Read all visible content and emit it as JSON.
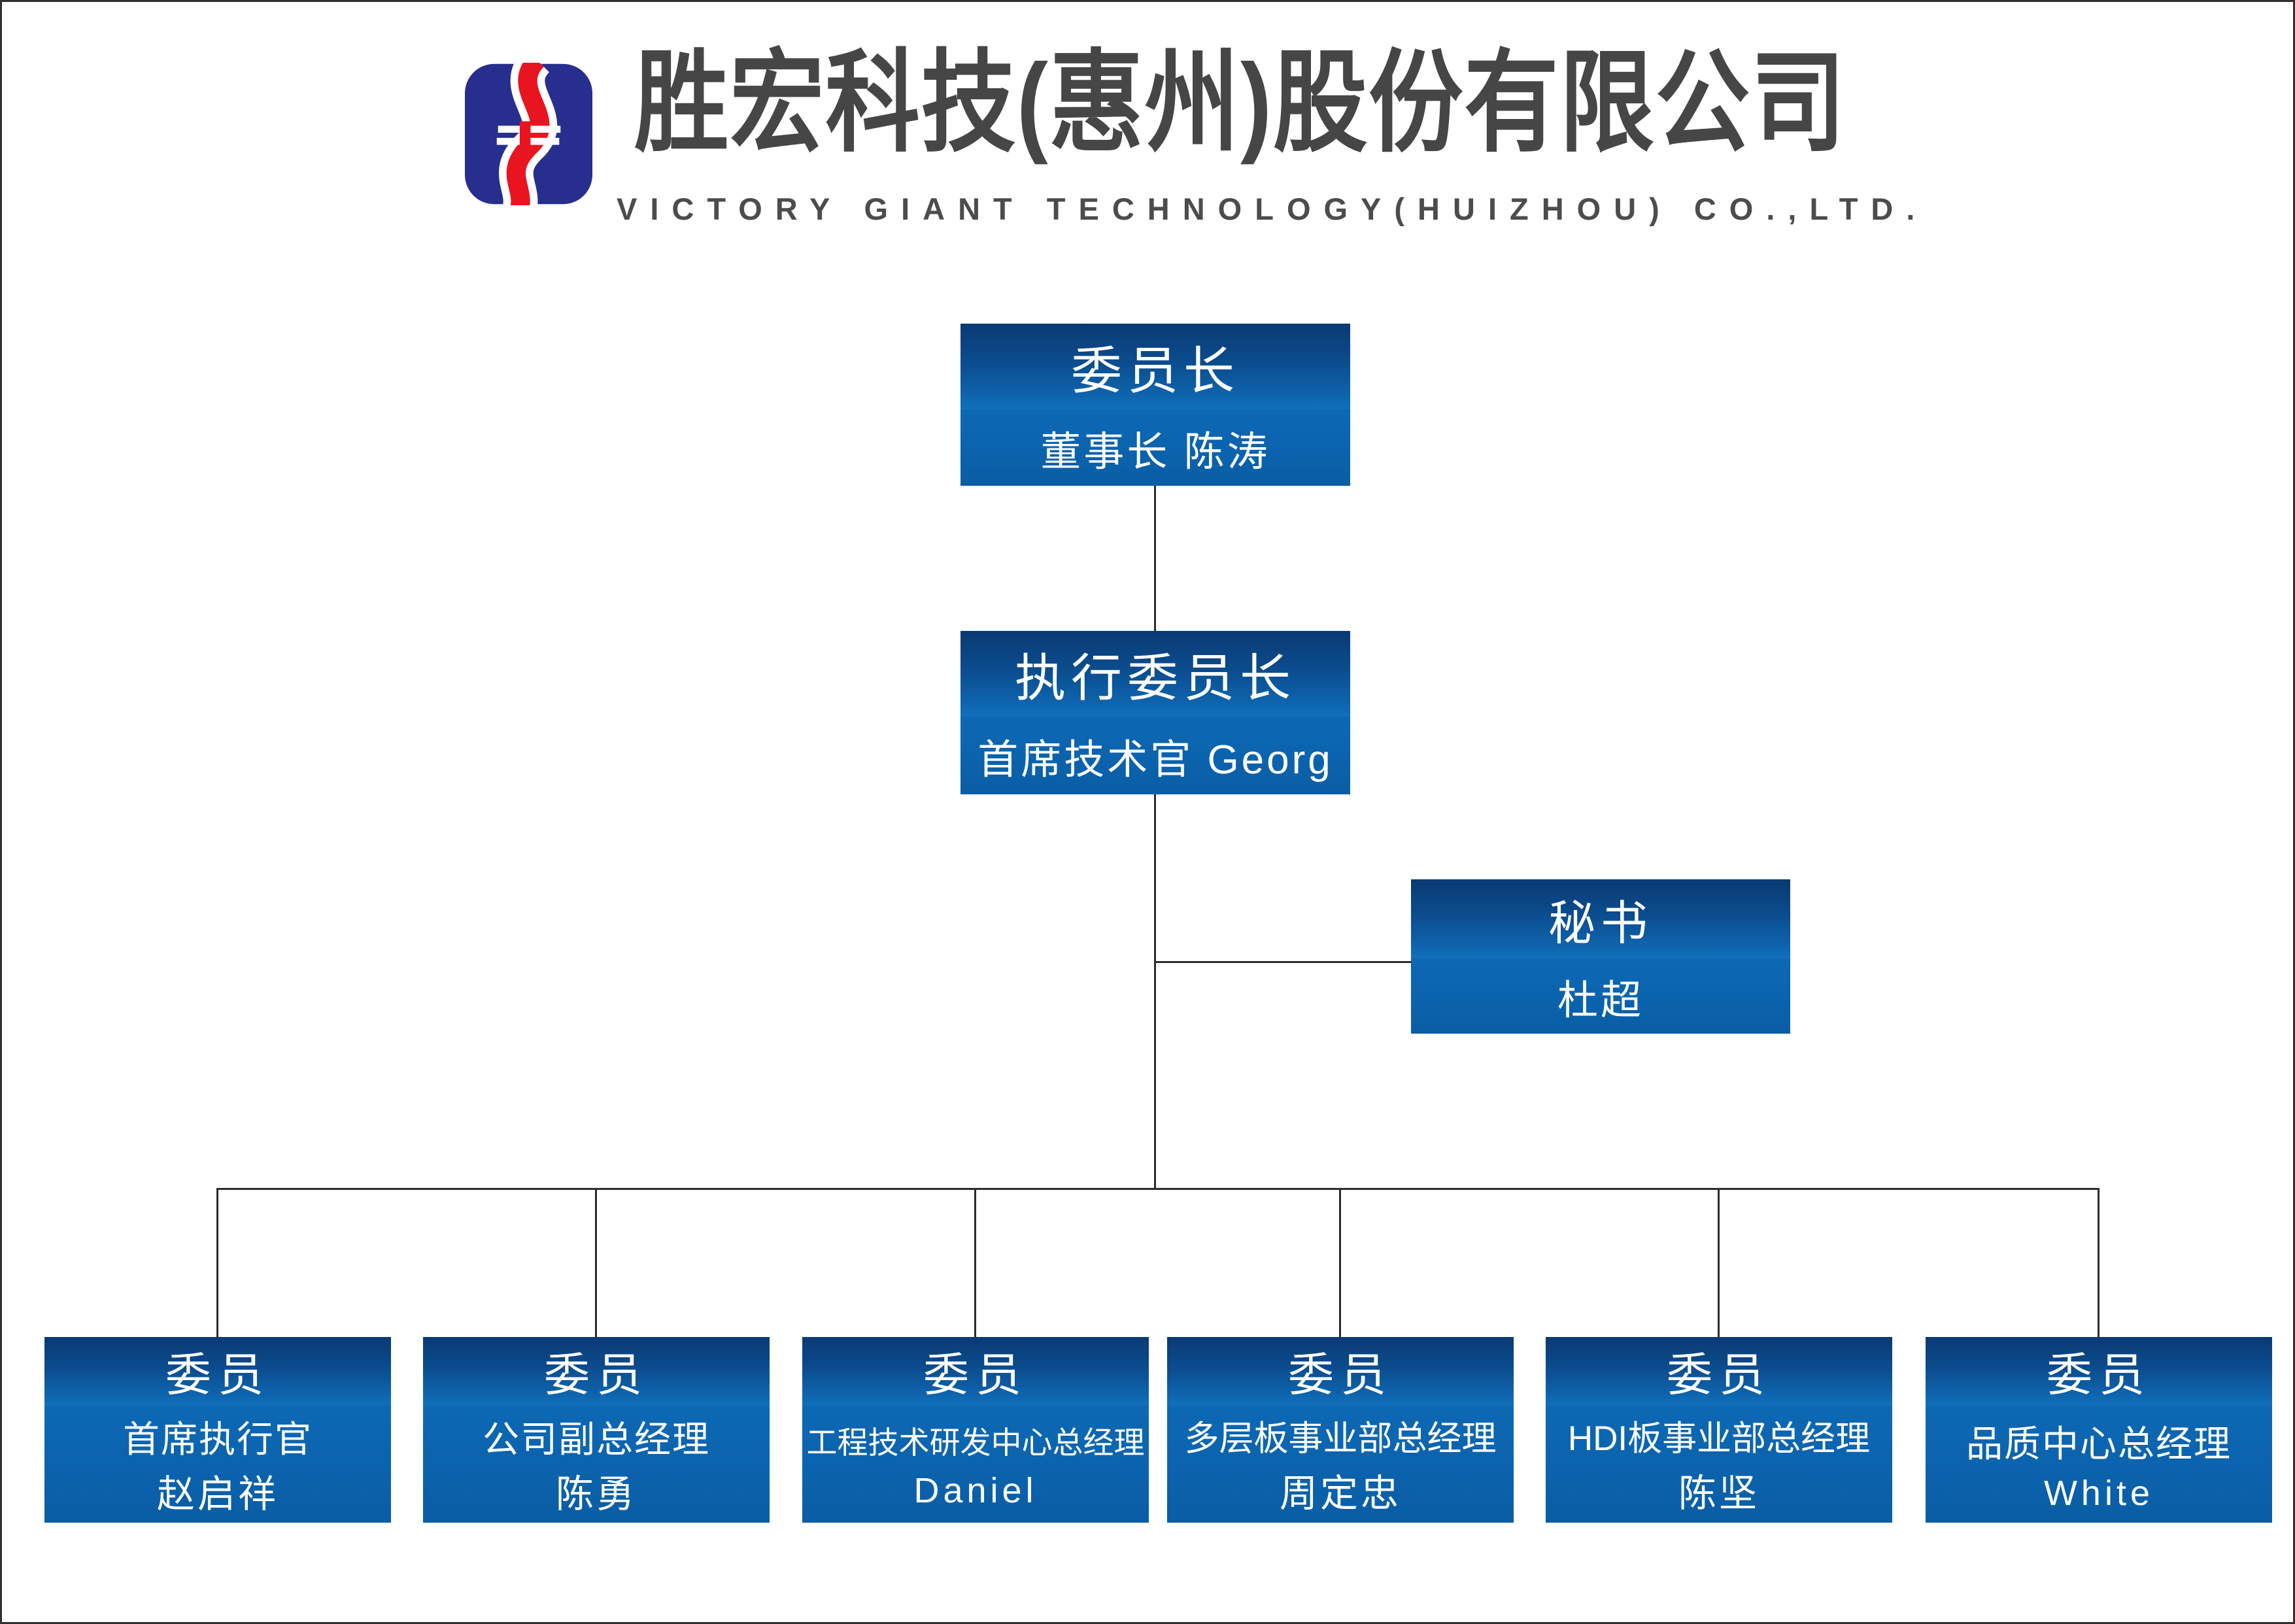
{
  "page": {
    "background": "#ffffff",
    "frame_color": "#332f2f"
  },
  "header": {
    "logo": {
      "icon": "victory-giant-s-swoosh-logo",
      "blue": "#272e8e",
      "red": "#e8141f",
      "white": "#ffffff"
    },
    "company_name_zh": "胜宏科技(惠州)股份有限公司",
    "company_name_en": "VICTORY GIANT TECHNOLOGY(HUIZHOU) CO.,LTD."
  },
  "org_chart": {
    "line_color": "#2f2b2b",
    "box_gradient_top": "#0a3a73",
    "box_gradient_bottom": "#0a5da4",
    "text_color": "#ffffff",
    "chairman": {
      "title": "委员长",
      "name": "董事长 陈涛"
    },
    "exec_chairman": {
      "title": "执行委员长",
      "name": "首席技术官 Georg"
    },
    "secretary": {
      "title": "秘书",
      "name": "杜超"
    },
    "members": [
      {
        "title": "委员",
        "role": "首席执行官",
        "name": "赵启祥"
      },
      {
        "title": "委员",
        "role": "公司副总经理",
        "name": "陈勇"
      },
      {
        "title": "委员",
        "role": "工程技术研发中心总经理",
        "name": "Daniel"
      },
      {
        "title": "委员",
        "role": "多层板事业部总经理",
        "name": "周定忠"
      },
      {
        "title": "委员",
        "role": "HDI板事业部总经理",
        "name": "陈坚"
      },
      {
        "title": "委员",
        "role": "品质中心总经理",
        "name": "White"
      }
    ]
  }
}
